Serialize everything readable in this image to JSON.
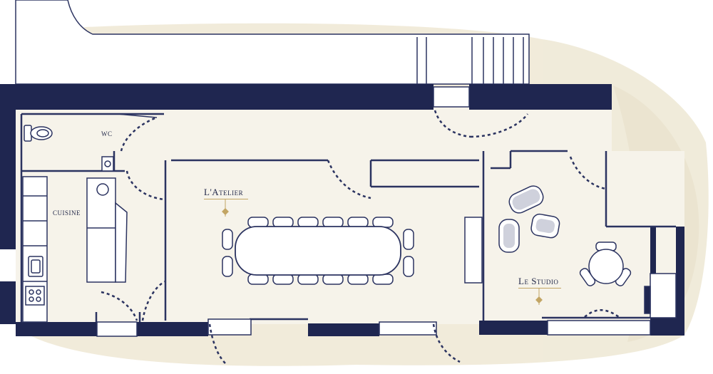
{
  "rooms": {
    "wc": "WC",
    "cuisine": "CUISINE",
    "atelier": "L'Atelier",
    "studio": "Le Studio"
  },
  "colors": {
    "wall": "#1f2650",
    "wash": "#efe9d6",
    "line": "#2b3360",
    "accent": "#c2a564",
    "furniture_fill": "#ffffff"
  },
  "icons": [
    "toilet-icon",
    "sink-icon",
    "stove-icon",
    "compass-marker-icon"
  ]
}
